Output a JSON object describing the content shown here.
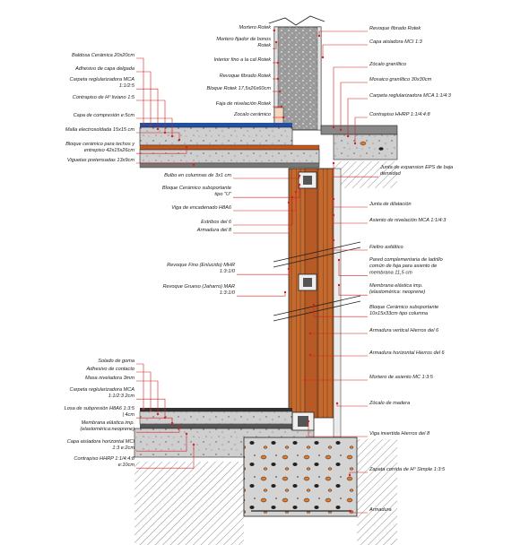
{
  "labels_left": [
    "Baldosa Cerámica 20x20cm",
    "Adhesivo de capa delgada",
    "Carpeta reglularizadora MCA 1:1/2:5",
    "Contrapiso de Hº liviano 1:5",
    "Capa de compresión e:5cm",
    "Malla electrosoldada 15x15 cm",
    "Bloque cerámico para techos y entrepiso 42x15x26cm",
    "Viguetas pretensadas 13x9cm",
    "Bulbo en columnas de 3x1 cm",
    "Bloque Cerámico suboportante tipo \"U\"",
    "Viga de encadenado H8A6",
    "Estribos del 6",
    "Armadura del 8",
    "Revoque Fino (Enlucido) MHR 1:3:1/0",
    "Revoque Grueso (Jaharro) MAR 1:3:1/0",
    "Solado de goma",
    "Adhesivo de contacto",
    "Masa niveladora 3mm",
    "Carpeta reglularizadora MCA 1:1/2:3 2cm",
    "Losa de subpresión H8A6 1:3:5 | 4cm",
    "Membrana elástica imp. (elastomérica:neoprene)",
    "Capa aisladora horizontal MCI 1:3 e:2cm",
    "Contrapiso HHRP 1:1/4:4:8 e:10cm"
  ],
  "labels_center": [
    "Mortero Rotek",
    "Mortero fijador de bonos Rotek",
    "Interior fino a la cal Rotek",
    "Revoque fibrado Rotek",
    "Bloque Rotek 17,5x26x60cm",
    "Faja de nivelación Rotek",
    "Zocalo cerámico"
  ],
  "labels_right": [
    "Revoque fibrado Rotek",
    "Capa aisladora MCI 1:3",
    "Zócalo graníltico",
    "Mosaico graníltico 30x30cm",
    "Carpeta reglularizadora MCA 1:1/4:3",
    "Contrapiso HHRP 1:1/4:4:8",
    "Junta de expansion EPS de baja densidad",
    "Junta de dilatación",
    "Asiento de nivelación MCA 1:1/4:3",
    "Fieltro asfáltico",
    "Pared complementaria de ladrillo común de faja para asiento de membrana 11,5 cm",
    "Membrana elástica imp. (elastomérica: neoprene)",
    "Bloque Cerámico suboportante 10x15x33cm tipo columna",
    "Armadura vertical Hierros del 6",
    "Armadura horizontal Hierros del 6",
    "Mortero de asiento MC 1:3:5",
    "Zócalo de madera",
    "Viga invertida Hierros del 8",
    "Zapata corrida de Hº Simple 1:3:5",
    "Armadura"
  ],
  "colors": {
    "leader": "#d62020",
    "brick": "#c8652f",
    "concrete": "#c9c9c9",
    "block": "#8a8a8a"
  }
}
